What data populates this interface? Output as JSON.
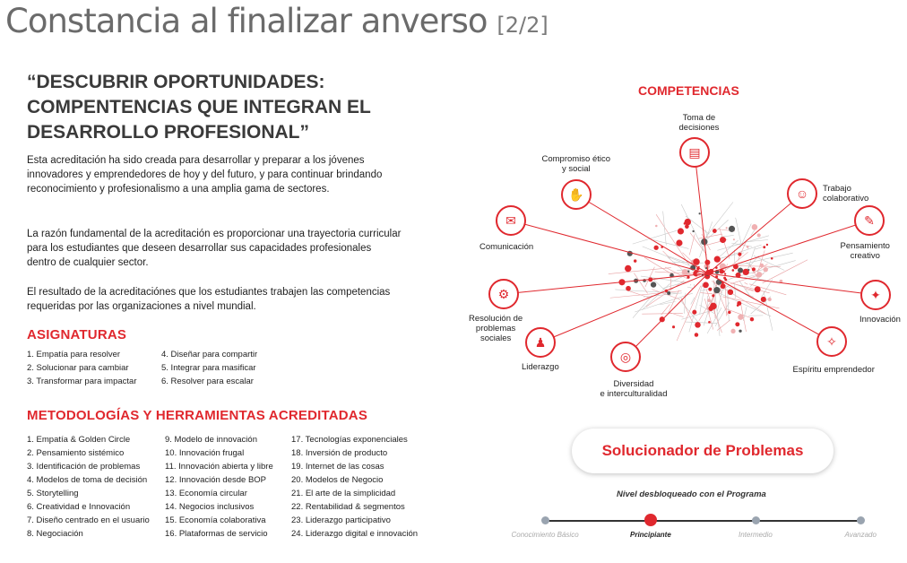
{
  "title": {
    "main": "Constancia al finalizar anverso",
    "page": "[2/2]"
  },
  "headline": "“DESCUBRIR OPORTUNIDADES: COMPENTENCIAS QUE INTEGRAN EL DESARROLLO PROFESIONAL”",
  "paragraphs": [
    "Esta acreditación ha sido creada para desarrollar y preparar a los jóvenes innovadores y emprendedores de hoy y del futuro, y para continuar brindando reconocimiento y profesionalismo a una amplia gama de sectores.",
    "La razón fundamental de la acreditación es proporcionar una trayectoria curricular para los estudiantes que deseen desarrollar sus capacidades profesionales dentro de cualquier sector.",
    "El resultado de la acreditaciónes que los estudiantes trabajen las competencias requeridas por las organizaciones a nivel mundial."
  ],
  "asignaturas": {
    "title": "ASIGNATURAS",
    "col1": [
      "1. Empatía para resolver",
      "2. Solucionar para cambiar",
      "3. Transformar para impactar"
    ],
    "col2": [
      "4. Diseñar para compartir",
      "5. Integrar para masificar",
      "6. Resolver para escalar"
    ]
  },
  "metodologias": {
    "title": "METODOLOGÍAS  Y HERRAMIENTAS ACREDITADAS",
    "col1": [
      "1. Empatía & Golden Circle",
      "2. Pensamiento sistémico",
      "3. Identificación de problemas",
      "4. Modelos de toma de decisión",
      "5. Storytelling",
      "6. Creatividad e Innovación",
      "7. Diseño centrado en el usuario",
      "8.  Negociación"
    ],
    "col2": [
      "9. Modelo de innovación",
      "10.  Innovación frugal",
      "11. Innovación abierta y libre",
      "12. Innovación desde BOP",
      "13. Economía circular",
      "14. Negocios inclusivos",
      "15.  Economía colaborativa",
      "16.  Plataformas de servicio"
    ],
    "col3": [
      "17. Tecnologías exponenciales",
      "18. Inversión de producto",
      "19.  Internet de las cosas",
      "20. Modelos de Negocio",
      "21. El arte de la simplicidad",
      "22. Rentabilidad & segmentos",
      "23.  Liderazgo participativo",
      "24.  Liderazgo digital e innovación"
    ]
  },
  "competencias": {
    "title": "COMPETENCIAS",
    "nodes": [
      {
        "label": "Toma de\ndecisiones",
        "icon": "document-icon",
        "glyph": "▤"
      },
      {
        "label": "Compromiso ético\ny social",
        "icon": "handshake-icon",
        "glyph": "✋"
      },
      {
        "label": "Trabajo\ncolaborativo",
        "icon": "team-icon",
        "glyph": "☺"
      },
      {
        "label": "Comunicación",
        "icon": "speech-bubbles-icon",
        "glyph": "✉"
      },
      {
        "label": "Pensamiento\ncreativo",
        "icon": "brain-icon",
        "glyph": "✎"
      },
      {
        "label": "Resolución de\nproblemas\nsociales",
        "icon": "head-gears-icon",
        "glyph": "⚙"
      },
      {
        "label": "Innovación",
        "icon": "lightbulb-icon",
        "glyph": "✦"
      },
      {
        "label": "Liderazgo",
        "icon": "people-icon",
        "glyph": "♟"
      },
      {
        "label": "Diversidad\ne interculturalidad",
        "icon": "globe-icon",
        "glyph": "◎"
      },
      {
        "label": "Espíritu emprendedor",
        "icon": "head-idea-icon",
        "glyph": "✧"
      }
    ]
  },
  "badge": "Solucionador de Problemas",
  "unlock_text": "Nivel desbloqueado con el Programa",
  "levels": {
    "items": [
      "Conocimiento Básico",
      "Principiante",
      "Intermedio",
      "Avanzado"
    ],
    "active_index": 1
  },
  "colors": {
    "accent": "#e0282e",
    "title_gray": "#6b6b6b"
  }
}
